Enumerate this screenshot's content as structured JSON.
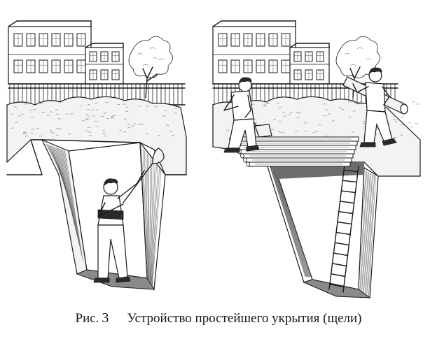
{
  "caption": {
    "figure_label": "Рис.",
    "figure_number": "3",
    "title": "Устройство простейшего укрытия (щели)"
  },
  "panels": [
    {
      "name": "digging-stage",
      "figure": "man-with-shovel",
      "buildings": 2,
      "trees": 1
    },
    {
      "name": "covering-stage",
      "figures": [
        "man-with-shovel",
        "man-carrying-log"
      ],
      "logs": 7,
      "ladder_rungs": 12
    }
  ]
}
